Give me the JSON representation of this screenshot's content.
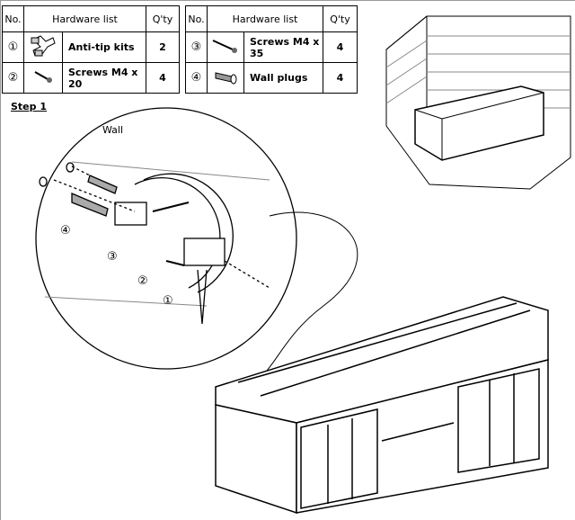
{
  "hardware_tables": [
    {
      "headers": {
        "no": "No.",
        "list": "Hardware list",
        "qty": "Q'ty"
      },
      "rows": [
        {
          "no": "①",
          "icon": "anti-tip-kit-icon",
          "label": "Anti-tip kits",
          "qty": "2"
        },
        {
          "no": "②",
          "icon": "screw-icon",
          "label": "Screws M4 x 20",
          "qty": "4"
        }
      ]
    },
    {
      "headers": {
        "no": "No.",
        "list": "Hardware list",
        "qty": "Q'ty"
      },
      "rows": [
        {
          "no": "③",
          "icon": "long-screw-icon",
          "label": "Screws M4 x 35",
          "qty": "4"
        },
        {
          "no": "④",
          "icon": "wall-plug-icon",
          "label": "Wall plugs",
          "qty": "4"
        }
      ]
    }
  ],
  "step": "Step 1",
  "detail": {
    "wall_label": "Wall",
    "callouts": [
      "④",
      "③",
      "②",
      "①"
    ]
  }
}
